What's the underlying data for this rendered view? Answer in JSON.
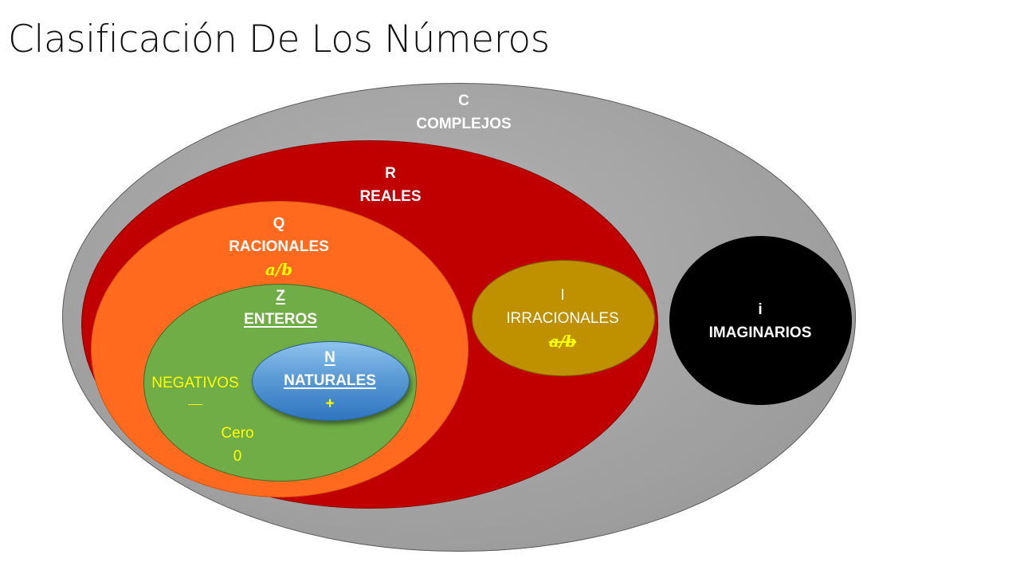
{
  "title": "Clasificación De Los Números",
  "complejos": {
    "symbol": "C",
    "name": "COMPLEJOS"
  },
  "reales": {
    "symbol": "R",
    "name": "REALES"
  },
  "racionales": {
    "symbol": "Q",
    "name": "RACIONALES",
    "formula": "a/b"
  },
  "enteros": {
    "symbol": "Z",
    "name": "ENTEROS"
  },
  "negativos": {
    "name": "NEGATIVOS",
    "sign": "—"
  },
  "cero": {
    "name": "Cero",
    "value": "0"
  },
  "naturales": {
    "symbol": "N",
    "name": "NATURALES",
    "sign": "+"
  },
  "irracionales": {
    "symbol": "I",
    "name": "IRRACIONALES",
    "formula": "a/b"
  },
  "imaginarios": {
    "symbol": "i",
    "name": "IMAGINARIOS"
  },
  "colors": {
    "complejos": "#a6a6a6",
    "reales": "#c00000",
    "racionales": "#ff6a1e",
    "enteros": "#70ad47",
    "naturales": "#5b9bd5",
    "irracionales": "#bf9000",
    "imaginarios": "#000000",
    "label_accent": "#ffff00"
  }
}
